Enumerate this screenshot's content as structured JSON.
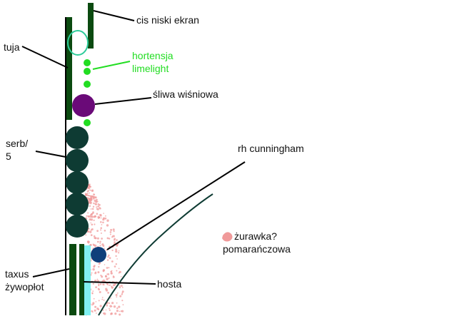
{
  "labels": {
    "cis": "cis niski ekran",
    "tuja": "tuja",
    "hortensja_line1": "hortensja",
    "hortensja_line2": "limelight",
    "sliwa": "śliwa wiśniowa",
    "serb_line1": "serb/",
    "serb_line2": "5",
    "rh": "rh cunningham",
    "zurawka_line1": "żurawka?",
    "zurawka_line2": "pomarańczowa",
    "taxus_line1": "taxus",
    "taxus_line2": "żywopłot",
    "hosta": "hosta"
  },
  "colors": {
    "hedge_green": "#0b4a10",
    "hortensja": "#22dd22",
    "cis_ring": "#2ecc9a",
    "sliwa": "#6a0a78",
    "serb": "#0e3b33",
    "rh": "#0f3f7a",
    "hosta": "#80f0f0",
    "heuchera": "#f09a9a",
    "path": "#0e3b33",
    "text": "#111111"
  }
}
